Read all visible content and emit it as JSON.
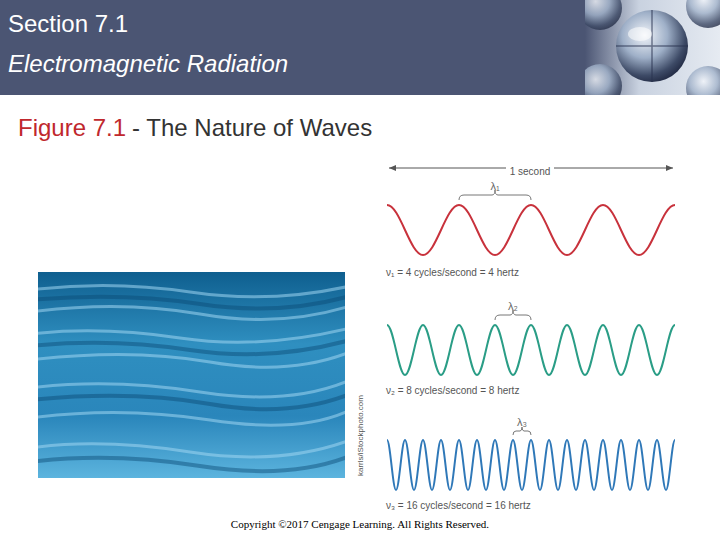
{
  "diagram": {
    "nodes": [
      {
        "text": [
          "Section 7.1",
          "Electromagnetic Radiation"
        ]
      }
    ],
    "labels": [
      "Figure 7.1",
      "- The Nature of Waves",
      "1 second",
      "λ₁",
      "ν₁ = 4 cycles/second = 4 hertz",
      "λ₂",
      "ν₂ = 8 cycles/second = 8 hertz",
      "λ₃",
      "ν₃ = 16 cycles/second = 16 hertz",
      "karrls/iStockphoto.com",
      "Copyright ©2017 Cengage Learning. All Rights Reserved."
    ]
  }
}
